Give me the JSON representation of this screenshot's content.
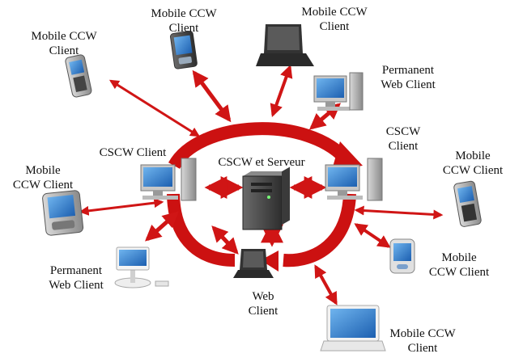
{
  "colors": {
    "ring": "#cc1111",
    "arrow": "#d01515"
  },
  "nodes": {
    "mobile_tl": {
      "line1": "Mobile CCW",
      "line2": "Client",
      "icon": "mobile-phone-icon"
    },
    "pda_top": {
      "line1": "Mobile CCW",
      "line2": "Client",
      "icon": "pda-icon"
    },
    "laptop_top": {
      "line1": "Mobile CCW",
      "line2": "Client",
      "icon": "laptop-icon"
    },
    "permanent_tr": {
      "line1": "Permanent",
      "line2": "Web Client",
      "icon": "desktop-computer-icon"
    },
    "cscw_left": {
      "line1": "CSCW Client",
      "icon": "desktop-computer-icon"
    },
    "server": {
      "line1": "CSCW et Serveur",
      "icon": "server-tower-icon"
    },
    "cscw_right": {
      "line1": "CSCW",
      "line2": "Client",
      "icon": "desktop-computer-icon"
    },
    "mobile_right": {
      "line1": "Mobile",
      "line2": "CCW Client",
      "icon": "mobile-phone-icon"
    },
    "mobile_left": {
      "line1": "Mobile",
      "line2": "CCW Client",
      "icon": "handheld-device-icon"
    },
    "permanent_bl": {
      "line1": "Permanent",
      "line2": "Web Client",
      "icon": "imac-computer-icon"
    },
    "web_bottom": {
      "line1": "Web",
      "line2": "Client",
      "icon": "laptop-icon"
    },
    "pocket_pc_right": {
      "line1": "Mobile",
      "line2": "CCW Client",
      "icon": "pocket-pc-icon"
    },
    "laptop_bottom": {
      "line1": "Mobile CCW",
      "line2": "Client",
      "icon": "ibook-laptop-icon"
    }
  }
}
